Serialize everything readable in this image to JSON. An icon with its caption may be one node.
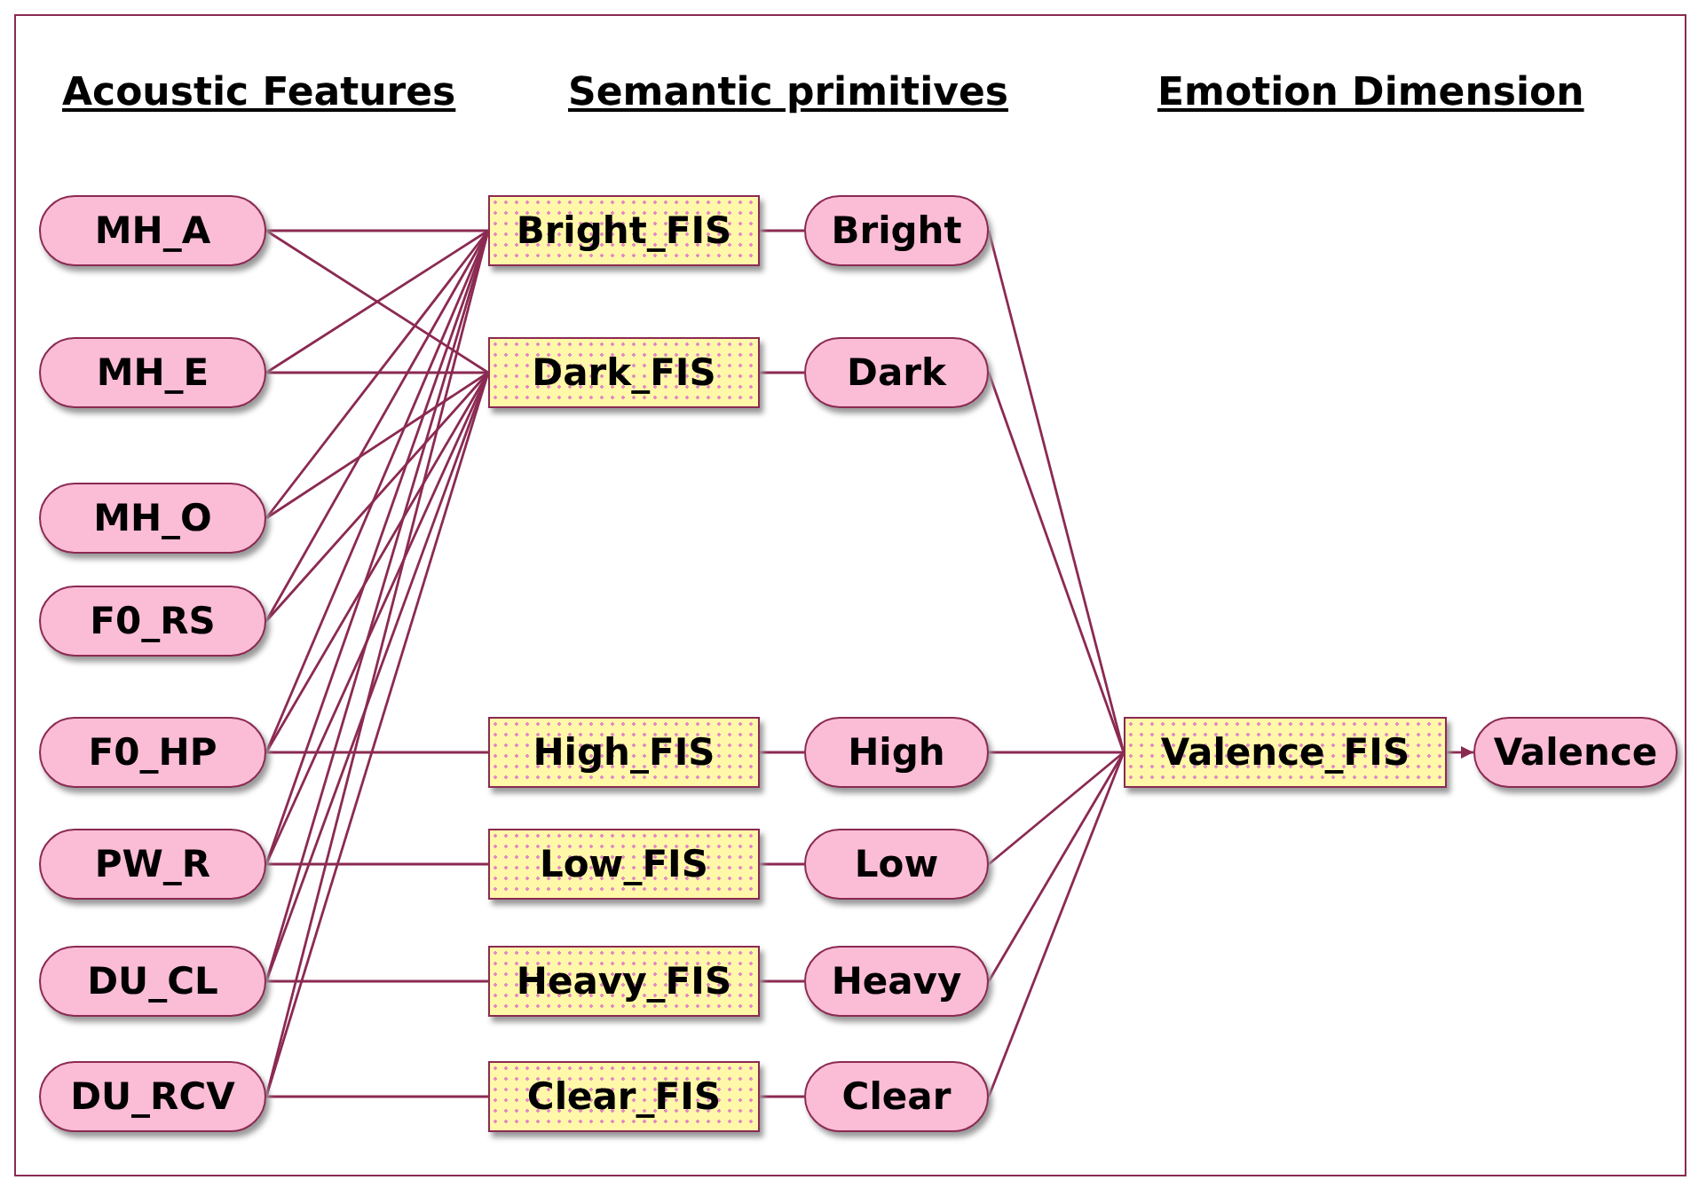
{
  "diagram": {
    "nodes": [
      {
        "text": [
          "MH_A"
        ]
      },
      {
        "text": [
          "MH_E"
        ]
      },
      {
        "text": [
          "MH_O"
        ]
      },
      {
        "text": [
          "F0_RS"
        ]
      },
      {
        "text": [
          "F0_HP"
        ]
      },
      {
        "text": [
          "PW_R"
        ]
      },
      {
        "text": [
          "DU_CL"
        ]
      },
      {
        "text": [
          "DU_RCV"
        ]
      },
      {
        "text": [
          "Bright_FIS"
        ]
      },
      {
        "text": [
          "Dark_FIS"
        ]
      },
      {
        "text": [
          "High_FIS"
        ]
      },
      {
        "text": [
          "Low_FIS"
        ]
      },
      {
        "text": [
          "Heavy_FIS"
        ]
      },
      {
        "text": [
          "Clear_FIS"
        ]
      },
      {
        "text": [
          "Bright"
        ]
      },
      {
        "text": [
          "Dark"
        ]
      },
      {
        "text": [
          "High"
        ]
      },
      {
        "text": [
          "Low"
        ]
      },
      {
        "text": [
          "Heavy"
        ]
      },
      {
        "text": [
          "Clear"
        ]
      },
      {
        "text": [
          "Valence_FIS"
        ]
      },
      {
        "text": [
          "Valence"
        ]
      }
    ],
    "edges": [
      {
        "from": 0,
        "to": 8,
        "arrow": "none"
      },
      {
        "from": 0,
        "to": 9,
        "arrow": "none"
      },
      {
        "from": 1,
        "to": 8,
        "arrow": "none"
      },
      {
        "from": 1,
        "to": 9,
        "arrow": "none"
      },
      {
        "from": 2,
        "to": 8,
        "arrow": "none"
      },
      {
        "from": 2,
        "to": 9,
        "arrow": "none"
      },
      {
        "from": 3,
        "to": 8,
        "arrow": "none"
      },
      {
        "from": 3,
        "to": 9,
        "arrow": "none"
      },
      {
        "from": 4,
        "to": 8,
        "arrow": "none"
      },
      {
        "from": 4,
        "to": 9,
        "arrow": "none"
      },
      {
        "from": 4,
        "to": 10,
        "arrow": "none"
      },
      {
        "from": 5,
        "to": 8,
        "arrow": "none"
      },
      {
        "from": 5,
        "to": 9,
        "arrow": "none"
      },
      {
        "from": 5,
        "to": 11,
        "arrow": "none"
      },
      {
        "from": 6,
        "to": 8,
        "arrow": "none"
      },
      {
        "from": 6,
        "to": 9,
        "arrow": "none"
      },
      {
        "from": 6,
        "to": 12,
        "arrow": "none"
      },
      {
        "from": 7,
        "to": 8,
        "arrow": "none"
      },
      {
        "from": 7,
        "to": 9,
        "arrow": "none"
      },
      {
        "from": 7,
        "to": 13,
        "arrow": "none"
      },
      {
        "from": 8,
        "to": 14,
        "arrow": "none"
      },
      {
        "from": 9,
        "to": 15,
        "arrow": "none"
      },
      {
        "from": 10,
        "to": 16,
        "arrow": "none"
      },
      {
        "from": 11,
        "to": 17,
        "arrow": "none"
      },
      {
        "from": 12,
        "to": 18,
        "arrow": "none"
      },
      {
        "from": 13,
        "to": 19,
        "arrow": "none"
      },
      {
        "from": 14,
        "to": 20,
        "arrow": "none"
      },
      {
        "from": 15,
        "to": 20,
        "arrow": "none"
      },
      {
        "from": 16,
        "to": 20,
        "arrow": "none"
      },
      {
        "from": 17,
        "to": 20,
        "arrow": "none"
      },
      {
        "from": 18,
        "to": 20,
        "arrow": "none"
      },
      {
        "from": 19,
        "to": 20,
        "arrow": "none"
      },
      {
        "from": 20,
        "to": 21,
        "arrow": "to"
      }
    ],
    "labels": [
      "Acoustic Features",
      "Semantic primitives",
      "Emotion Dimension"
    ]
  }
}
